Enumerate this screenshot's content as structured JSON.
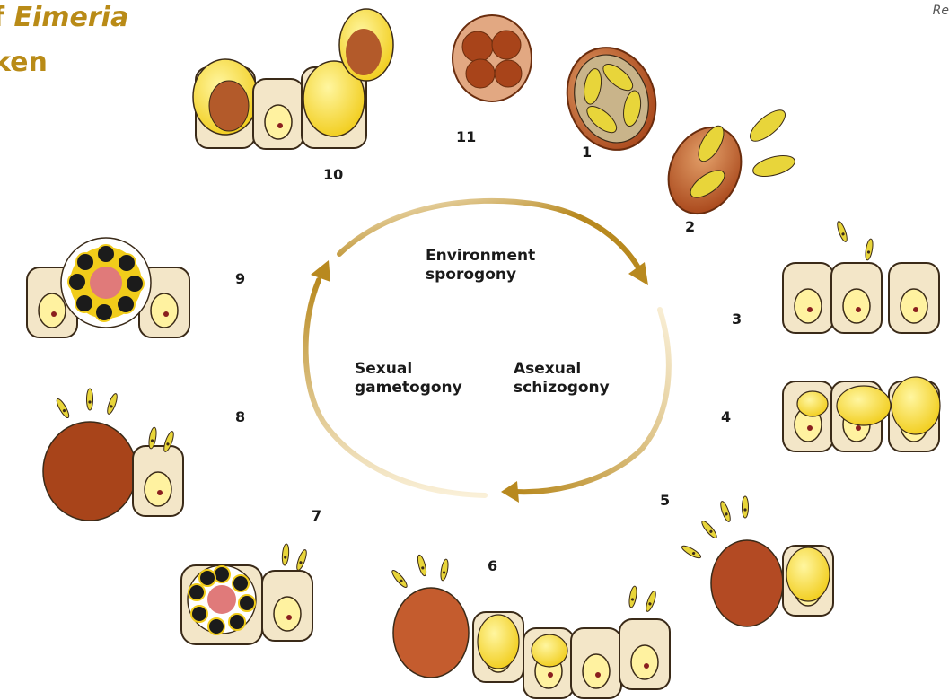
{
  "title": {
    "prefix": "f ",
    "genus": "Eimeria",
    "line2": "ken"
  },
  "reference": "Re",
  "cycle": {
    "phase_environment": "Environment",
    "phase_environment_sub": "sporogony",
    "phase_asexual": "Asexual",
    "phase_asexual_sub": "schizogony",
    "phase_sexual": "Sexual",
    "phase_sexual_sub": "gametogony"
  },
  "stages": [
    "1",
    "2",
    "3",
    "4",
    "5",
    "6",
    "7",
    "8",
    "9",
    "10",
    "11"
  ],
  "colors": {
    "title": "#b98b17",
    "arrow": "#b8891f",
    "cell_fill": "#f3e6c8",
    "cell_stroke": "#3a2a18",
    "nucleus": "#fff2a0",
    "oocyst": "#c9652a",
    "sporozoite": "#e8d53a",
    "macrogamete_dark": "#1b1b1b",
    "macrogamete_pink": "#e07a7a"
  }
}
